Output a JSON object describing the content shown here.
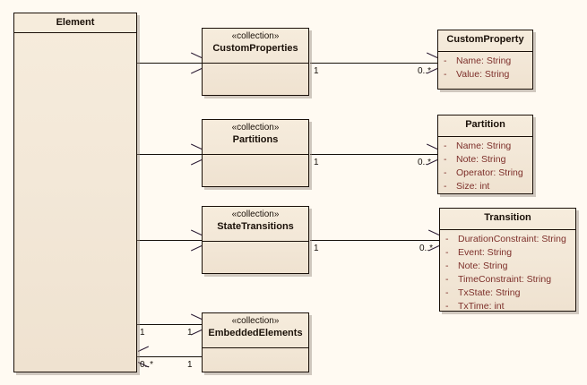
{
  "diagram": {
    "type": "uml-class-diagram",
    "background_color": "#fffaf2",
    "box_fill_color": "#f3e8d8",
    "box_border_color": "#1a1008",
    "attribute_text_color": "#7d2f2a",
    "title_text_color": "#1a1008"
  },
  "classes": {
    "element": {
      "name": "Element",
      "stereotype": "",
      "attributes": []
    },
    "custom_properties": {
      "name": "CustomProperties",
      "stereotype": "«collection»",
      "attributes": []
    },
    "partitions": {
      "name": "Partitions",
      "stereotype": "«collection»",
      "attributes": []
    },
    "state_transitions": {
      "name": "StateTransitions",
      "stereotype": "«collection»",
      "attributes": []
    },
    "embedded_elements": {
      "name": "EmbeddedElements",
      "stereotype": "«collection»",
      "attributes": []
    },
    "custom_property": {
      "name": "CustomProperty",
      "stereotype": "",
      "attributes": [
        {
          "visibility": "-",
          "text": "Name:  String"
        },
        {
          "visibility": "-",
          "text": "Value:  String"
        }
      ]
    },
    "partition": {
      "name": "Partition",
      "stereotype": "",
      "attributes": [
        {
          "visibility": "-",
          "text": "Name:  String"
        },
        {
          "visibility": "-",
          "text": "Note:  String"
        },
        {
          "visibility": "-",
          "text": "Operator:  String"
        },
        {
          "visibility": "-",
          "text": "Size:  int"
        }
      ]
    },
    "transition": {
      "name": "Transition",
      "stereotype": "",
      "attributes": [
        {
          "visibility": "-",
          "text": "DurationConstraint:  String"
        },
        {
          "visibility": "-",
          "text": "Event:  String"
        },
        {
          "visibility": "-",
          "text": "Note:  String"
        },
        {
          "visibility": "-",
          "text": "TimeConstraint:  String"
        },
        {
          "visibility": "-",
          "text": "TxState:  String"
        },
        {
          "visibility": "-",
          "text": "TxTime:  int"
        }
      ]
    }
  },
  "multiplicities": {
    "custom_properties_to_custom_property_source": "1",
    "custom_properties_to_custom_property_target": "0..*",
    "partitions_to_partition_source": "1",
    "partitions_to_partition_target": "0..*",
    "state_transitions_to_transition_source": "1",
    "state_transitions_to_transition_target": "0..*",
    "element_to_embedded_source": "1",
    "element_to_embedded_target": "1",
    "embedded_to_element_source": "0..*",
    "embedded_to_element_target": "1"
  }
}
